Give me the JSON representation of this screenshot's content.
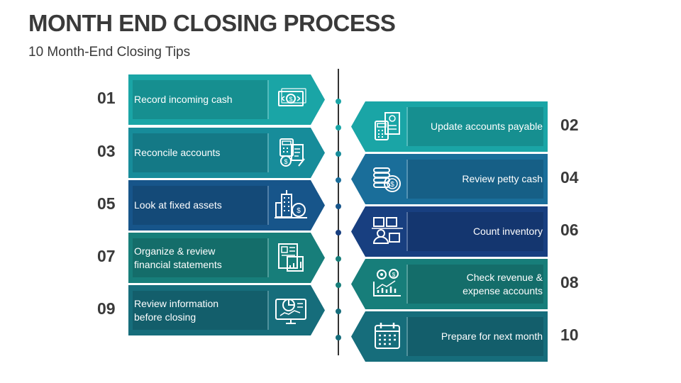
{
  "header": {
    "title": "MONTH END CLOSING PROCESS",
    "subtitle": "10 Month-End Closing Tips"
  },
  "colors": {
    "teal_1": "#1aa5a6",
    "teal_2": "#178c9a",
    "blue_dark": "#17558a",
    "teal_3": "#177e7a",
    "teal_4": "#166d7b",
    "blue_mid": "#1a6e9a",
    "navy": "#183f80",
    "inset_dark": "rgba(0,0,0,0.13)"
  },
  "steps": [
    {
      "num": "01",
      "label": "Record incoming cash",
      "icon": "cash-icon",
      "color": "#1aa5a6"
    },
    {
      "num": "02",
      "label": "Update accounts payable",
      "icon": "invoice-icon",
      "color": "#1aa5a6"
    },
    {
      "num": "03",
      "label": "Reconcile accounts",
      "icon": "calculator-icon",
      "color": "#178c9a"
    },
    {
      "num": "04",
      "label": "Review petty cash",
      "icon": "coins-icon",
      "color": "#1a6e9a"
    },
    {
      "num": "05",
      "label": "Look at fixed assets",
      "icon": "buildings-icon",
      "color": "#17558a"
    },
    {
      "num": "06",
      "label": "Count inventory",
      "icon": "inventory-icon",
      "color": "#183f80"
    },
    {
      "num": "07",
      "label": "Organize & review\nfinancial statements",
      "icon": "statement-icon",
      "color": "#177e7a"
    },
    {
      "num": "08",
      "label": "Check revenue &\nexpense accounts",
      "icon": "revenue-chart-icon",
      "color": "#177e7a"
    },
    {
      "num": "09",
      "label": "Review information\nbefore closing",
      "icon": "monitor-chart-icon",
      "color": "#166d7b"
    },
    {
      "num": "10",
      "label": "Prepare for next month",
      "icon": "calendar-icon",
      "color": "#166d7b"
    }
  ]
}
